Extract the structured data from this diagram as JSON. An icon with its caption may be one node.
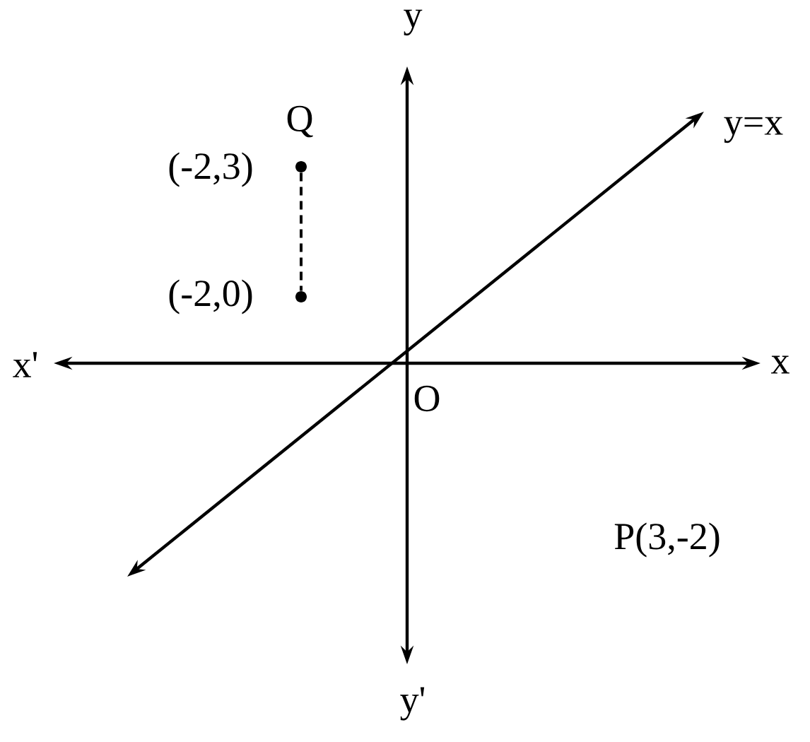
{
  "diagram": {
    "nodes": [
      {
        "text": [],
        "shape": "circle",
        "beside": [
          "Q",
          "(-2,3)"
        ]
      },
      {
        "text": [],
        "shape": "circle",
        "beside": [
          "(-2,0)"
        ]
      }
    ],
    "edges": [
      {
        "from": 0,
        "to": 1,
        "arrow": "none",
        "style": "dashed"
      }
    ],
    "labels": [
      "y",
      "y=x",
      "x'",
      "x",
      "O",
      "P(3,-2)",
      "y'"
    ]
  }
}
